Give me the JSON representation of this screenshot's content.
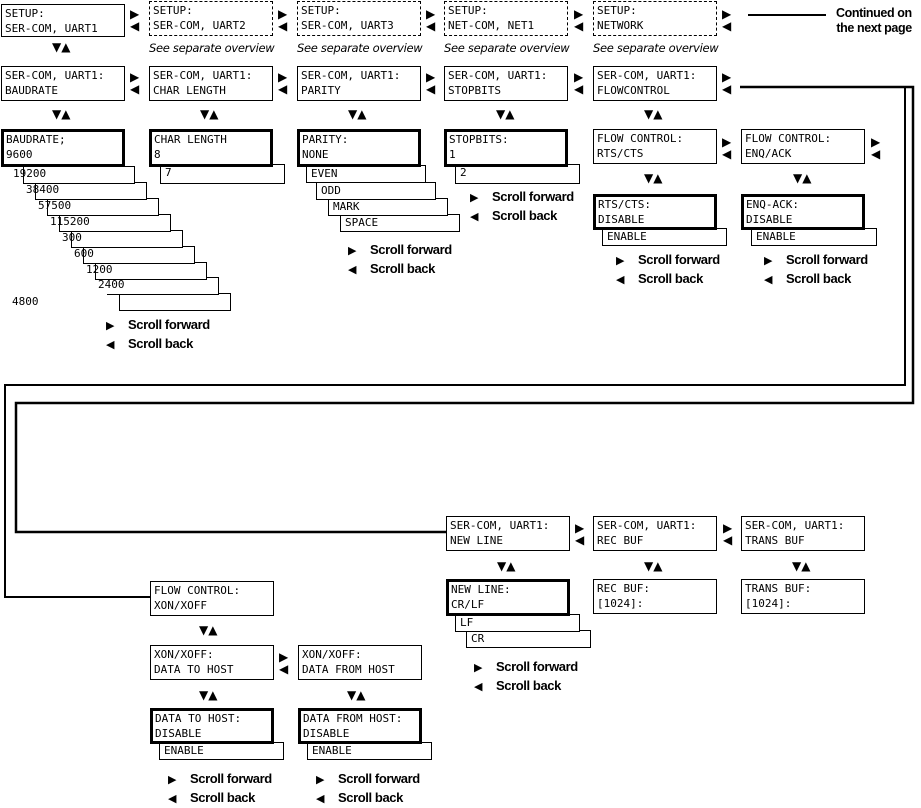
{
  "continued": {
    "line1": "Continued on",
    "line2": "the next page"
  },
  "see_note": "See separate overview",
  "scroll": {
    "forward": "Scroll forward",
    "back": "Scroll back"
  },
  "setup_row": [
    {
      "l1": "SETUP:",
      "l2": "SER-COM, UART1"
    },
    {
      "l1": "SETUP:",
      "l2": "SER-COM, UART2"
    },
    {
      "l1": "SETUP:",
      "l2": "SER-COM, UART3"
    },
    {
      "l1": "SETUP:",
      "l2": "NET-COM, NET1"
    },
    {
      "l1": "SETUP:",
      "l2": "NETWORK"
    }
  ],
  "uart_row": [
    {
      "l1": "SER-COM, UART1:",
      "l2": "BAUDRATE"
    },
    {
      "l1": "SER-COM, UART1:",
      "l2": "CHAR LENGTH"
    },
    {
      "l1": "SER-COM, UART1:",
      "l2": "PARITY"
    },
    {
      "l1": "SER-COM, UART1:",
      "l2": "STOPBITS"
    },
    {
      "l1": "SER-COM, UART1:",
      "l2": "FLOWCONTROL"
    }
  ],
  "baudrate": {
    "l1": "BAUDRATE;",
    "l2": "9600",
    "options": [
      "19200",
      "38400",
      "57500",
      "115200",
      "300",
      "600",
      "1200",
      "2400",
      "4800"
    ]
  },
  "charlength": {
    "l1": "CHAR LENGTH",
    "l2": "8",
    "options": [
      "7"
    ]
  },
  "parity": {
    "l1": "PARITY:",
    "l2": "NONE",
    "options": [
      "EVEN",
      "ODD",
      "MARK",
      "SPACE"
    ]
  },
  "stopbits": {
    "l1": "STOPBITS:",
    "l2": "1",
    "options": [
      "2"
    ]
  },
  "flow_rts": {
    "l1": "FLOW CONTROL:",
    "l2": "RTS/CTS"
  },
  "flow_enq": {
    "l1": "FLOW CONTROL:",
    "l2": "ENQ/ACK"
  },
  "rts_val": {
    "l1": "RTS/CTS:",
    "l2": "DISABLE",
    "options": [
      "ENABLE"
    ]
  },
  "enq_val": {
    "l1": "ENQ-ACK:",
    "l2": "DISABLE",
    "options": [
      "ENABLE"
    ]
  },
  "uart_row2": [
    {
      "l1": "SER-COM, UART1:",
      "l2": "NEW LINE"
    },
    {
      "l1": "SER-COM, UART1:",
      "l2": "REC BUF"
    },
    {
      "l1": "SER-COM, UART1:",
      "l2": "TRANS BUF"
    }
  ],
  "newline": {
    "l1": "NEW LINE:",
    "l2": "CR/LF",
    "options": [
      "LF",
      "CR"
    ]
  },
  "recbuf": {
    "l1": "REC BUF:",
    "l2": "[1024]:"
  },
  "transbuf": {
    "l1": "TRANS BUF:",
    "l2": "[1024]:"
  },
  "flow_xon": {
    "l1": "FLOW CONTROL:",
    "l2": "XON/XOFF"
  },
  "xon_to": {
    "l1": "XON/XOFF:",
    "l2": "DATA TO HOST"
  },
  "xon_from": {
    "l1": "XON/XOFF:",
    "l2": "DATA FROM HOST"
  },
  "to_host": {
    "l1": "DATA TO HOST:",
    "l2": "DISABLE",
    "options": [
      "ENABLE"
    ]
  },
  "from_host": {
    "l1": "DATA FROM HOST:",
    "l2": "DISABLE",
    "options": [
      "ENABLE"
    ]
  },
  "symbols": {
    "right": "▶",
    "left": "◀",
    "updown": "▼▲"
  }
}
